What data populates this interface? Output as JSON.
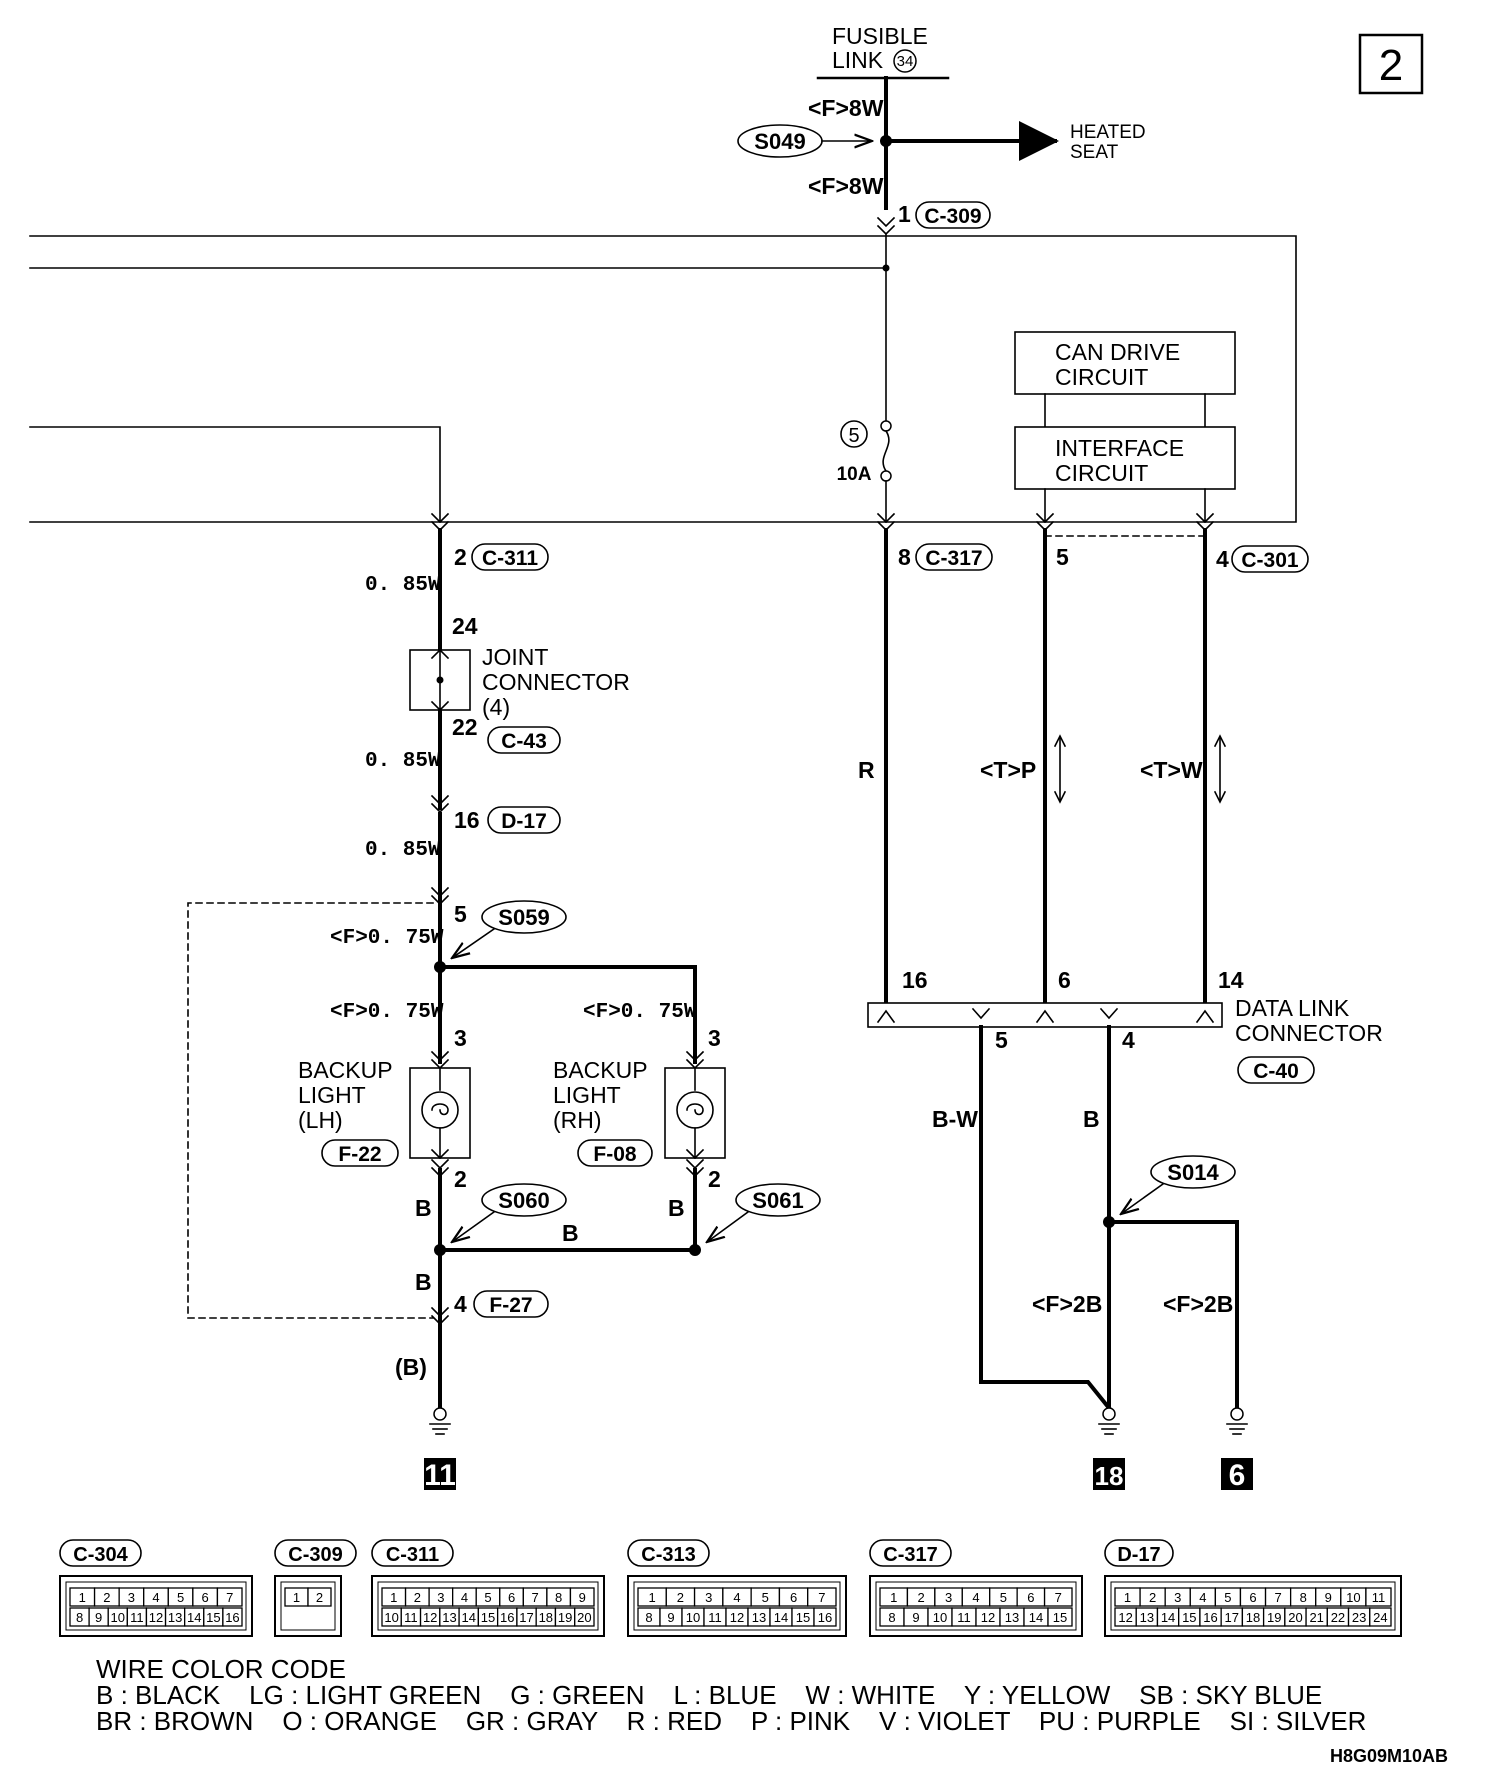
{
  "page_number": "2",
  "fusible_link": {
    "line1": "FUSIBLE",
    "line2": "LINK",
    "number": "34"
  },
  "wire_labels": {
    "f_8w_top": "<F>8W",
    "f_8w_bottom": "<F>8W",
    "w085_1": "0. 85W",
    "w085_2": "0. 85W",
    "w085_3": "0. 85W",
    "f075_1": "<F>0. 75W",
    "f075_2": "<F>0. 75W",
    "f075_3": "<F>0. 75W",
    "r": "R",
    "tp": "<T>P",
    "tw": "<T>W",
    "bw": "B-W",
    "b_dlc": "B",
    "f2b_1": "<F>2B",
    "f2b_2": "<F>2B",
    "b_lh": "B",
    "b_rh": "B",
    "b_mid": "B",
    "b_lower": "B",
    "paren_b": "(B)"
  },
  "splices": {
    "s049": "S049",
    "s059": "S059",
    "s060": "S060",
    "s061": "S061",
    "s014": "S014"
  },
  "heated_seat": {
    "line1": "HEATED",
    "line2": "SEAT"
  },
  "fuse": {
    "number": "5",
    "rating": "10A"
  },
  "boxes": {
    "can_drive": {
      "line1": "CAN DRIVE",
      "line2": "CIRCUIT"
    },
    "interface": {
      "line1": "INTERFACE",
      "line2": "CIRCUIT"
    }
  },
  "connectors": {
    "c309": "C-309",
    "c311": "C-311",
    "c317": "C-317",
    "c301": "C-301",
    "c43": "C-43",
    "d17": "D-17",
    "f22": "F-22",
    "f08": "F-08",
    "f27": "F-27",
    "c40": "C-40"
  },
  "pins": {
    "p1": "1",
    "p2": "2",
    "p8": "8",
    "p5_top": "5",
    "p4_top": "4",
    "p24": "24",
    "p22": "22",
    "p16": "16",
    "p5_s059": "5",
    "p3_lh": "3",
    "p3_rh": "3",
    "p2_lh": "2",
    "p2_rh": "2",
    "p4_f27": "4",
    "p16_dlc": "16",
    "p6_dlc": "6",
    "p14_dlc": "14",
    "p5_dlc": "5",
    "p4_dlc": "4"
  },
  "joint_connector": {
    "line1": "JOINT",
    "line2": "CONNECTOR",
    "line3": "(4)"
  },
  "backup_lh": {
    "line1": "BACKUP",
    "line2": "LIGHT",
    "line3": "(LH)"
  },
  "backup_rh": {
    "line1": "BACKUP",
    "line2": "LIGHT",
    "line3": "(RH)"
  },
  "data_link": {
    "line1": "DATA LINK",
    "line2": "CONNECTOR"
  },
  "grounds": {
    "g11": "11",
    "g18": "18",
    "g6": "6"
  },
  "connector_views": [
    {
      "id": "C-304",
      "row1": [
        "1",
        "2",
        "3",
        "4",
        "5",
        "6",
        "7"
      ],
      "row2": [
        "8",
        "9",
        "10",
        "11",
        "12",
        "13",
        "14",
        "15",
        "16"
      ]
    },
    {
      "id": "C-309",
      "row1": [
        "1",
        "2"
      ],
      "row2": []
    },
    {
      "id": "C-311",
      "row1": [
        "1",
        "2",
        "3",
        "4",
        "5",
        "6",
        "7",
        "8",
        "9"
      ],
      "row2": [
        "10",
        "11",
        "12",
        "13",
        "14",
        "15",
        "16",
        "17",
        "18",
        "19",
        "20"
      ]
    },
    {
      "id": "C-313",
      "row1": [
        "1",
        "2",
        "3",
        "4",
        "5",
        "6",
        "7"
      ],
      "row2": [
        "8",
        "9",
        "10",
        "11",
        "12",
        "13",
        "14",
        "15",
        "16"
      ]
    },
    {
      "id": "C-317",
      "row1": [
        "1",
        "2",
        "3",
        "4",
        "5",
        "6",
        "7"
      ],
      "row2": [
        "8",
        "9",
        "10",
        "11",
        "12",
        "13",
        "14",
        "15"
      ]
    },
    {
      "id": "D-17",
      "row1": [
        "1",
        "2",
        "3",
        "4",
        "5",
        "6",
        "7",
        "8",
        "9",
        "10",
        "11"
      ],
      "row2": [
        "12",
        "13",
        "14",
        "15",
        "16",
        "17",
        "18",
        "19",
        "20",
        "21",
        "22",
        "23",
        "24"
      ]
    }
  ],
  "wire_color_code": {
    "title": "WIRE COLOR CODE",
    "line1": "B : BLACK    LG : LIGHT GREEN    G : GREEN    L : BLUE    W : WHITE    Y : YELLOW    SB : SKY BLUE",
    "line2": "BR : BROWN    O : ORANGE    GR : GRAY    R : RED    P : PINK    V : VIOLET    PU : PURPLE    SI : SILVER"
  },
  "figure_code": "H8G09M10AB"
}
